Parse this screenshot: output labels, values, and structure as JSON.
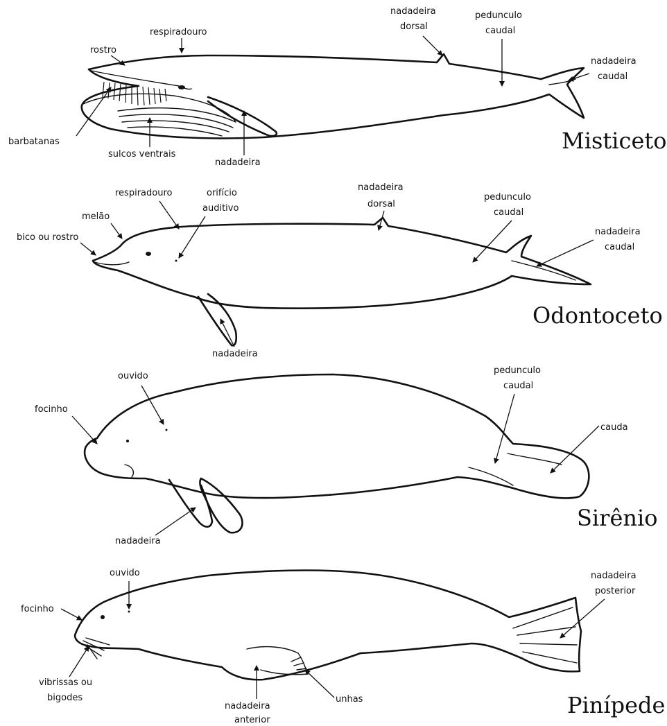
{
  "misticeto": {
    "title": "Misticeto",
    "labels": {
      "respiradouro": "respiradouro",
      "rostro": "rostro",
      "nadadeira_dorsal_1": "nadadeira",
      "nadadeira_dorsal_2": "dorsal",
      "pedunculo_1": "pedunculo",
      "pedunculo_2": "caudal",
      "nadadeira_caudal_1": "nadadeira",
      "nadadeira_caudal_2": "caudal",
      "barbatanas": "barbatanas",
      "sulcos": "sulcos ventrais",
      "nadadeira": "nadadeira"
    }
  },
  "odontoceto": {
    "title": "Odontoceto",
    "labels": {
      "respiradouro": "respiradouro",
      "orificio_1": "orifício",
      "orificio_2": "auditivo",
      "melao": "melão",
      "bico": "bico ou rostro",
      "nadadeira_dorsal_1": "nadadeira",
      "nadadeira_dorsal_2": "dorsal",
      "pedunculo_1": "pedunculo",
      "pedunculo_2": "caudal",
      "nadadeira_caudal_1": "nadadeira",
      "nadadeira_caudal_2": "caudal",
      "nadadeira": "nadadeira"
    }
  },
  "sirenio": {
    "title": "Sirênio",
    "labels": {
      "ouvido": "ouvido",
      "focinho": "focinho",
      "pedunculo_1": "pedunculo",
      "pedunculo_2": "caudal",
      "cauda": "cauda",
      "nadadeira": "nadadeira"
    }
  },
  "pinipede": {
    "title": "Pinípede",
    "labels": {
      "ouvido": "ouvido",
      "focinho": "focinho",
      "nadadeira_post_1": "nadadeira",
      "nadadeira_post_2": "posterior",
      "vibrissas_1": "vibrissas ou",
      "vibrissas_2": "bigodes",
      "nadadeira_ant_1": "nadadeira",
      "nadadeira_ant_2": "anterior",
      "unhas": "unhas"
    }
  }
}
